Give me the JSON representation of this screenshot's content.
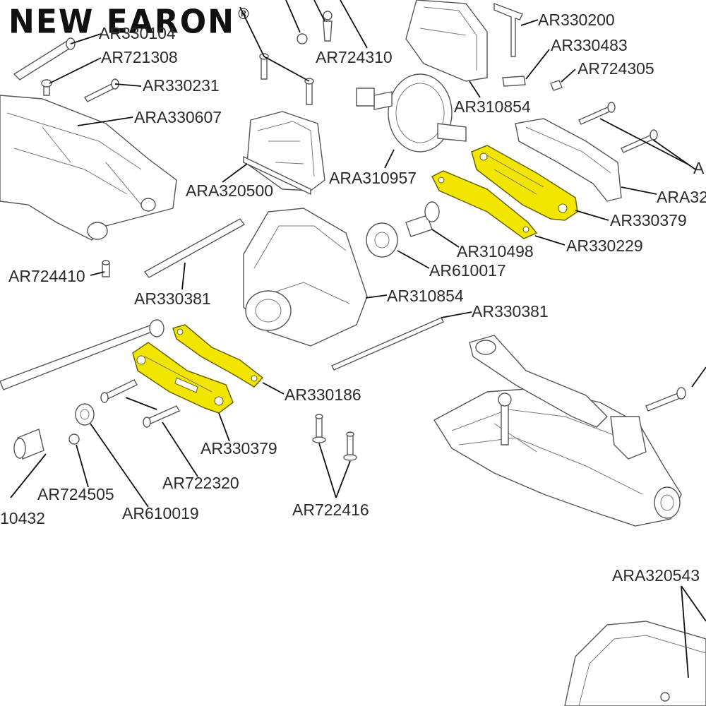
{
  "brand": {
    "name": "NEW EARON",
    "mark": "®"
  },
  "colors": {
    "highlight": "#f2e600",
    "line": "#111111",
    "part_outline": "#555555"
  },
  "labels": [
    {
      "id": "ar330104",
      "text": "AR330104"
    },
    {
      "id": "ar721308",
      "text": "AR721308"
    },
    {
      "id": "ar330231",
      "text": "AR330231"
    },
    {
      "id": "ara330607",
      "text": "ARA330607"
    },
    {
      "id": "ara320500",
      "text": "ARA320500"
    },
    {
      "id": "ar724410",
      "text": "AR724410"
    },
    {
      "id": "ar330381-left",
      "text": "AR330381"
    },
    {
      "id": "ar724310",
      "text": "AR724310"
    },
    {
      "id": "ar330200",
      "text": "AR330200"
    },
    {
      "id": "ar330483",
      "text": "AR330483"
    },
    {
      "id": "ar724305",
      "text": "AR724305"
    },
    {
      "id": "ar310854-top",
      "text": "AR310854"
    },
    {
      "id": "ara310957",
      "text": "ARA310957"
    },
    {
      "id": "ara32-partial",
      "text": "ARA32"
    },
    {
      "id": "a-partial",
      "text": "A"
    },
    {
      "id": "ar330379-top",
      "text": "AR330379"
    },
    {
      "id": "ar330229",
      "text": "AR330229"
    },
    {
      "id": "ar310498",
      "text": "AR310498"
    },
    {
      "id": "ar610017",
      "text": "AR610017"
    },
    {
      "id": "ar310854-mid",
      "text": "AR310854"
    },
    {
      "id": "ar330381-right",
      "text": "AR330381"
    },
    {
      "id": "ar330186",
      "text": "AR330186"
    },
    {
      "id": "ar330379-bottom",
      "text": "AR330379"
    },
    {
      "id": "ar722320",
      "text": "AR722320"
    },
    {
      "id": "ar724505",
      "text": "AR724505"
    },
    {
      "id": "ar610019",
      "text": "AR610019"
    },
    {
      "id": "ar10432-partial",
      "text": "10432"
    },
    {
      "id": "ar722416",
      "text": "AR722416"
    },
    {
      "id": "ara320543",
      "text": "ARA320543"
    }
  ]
}
